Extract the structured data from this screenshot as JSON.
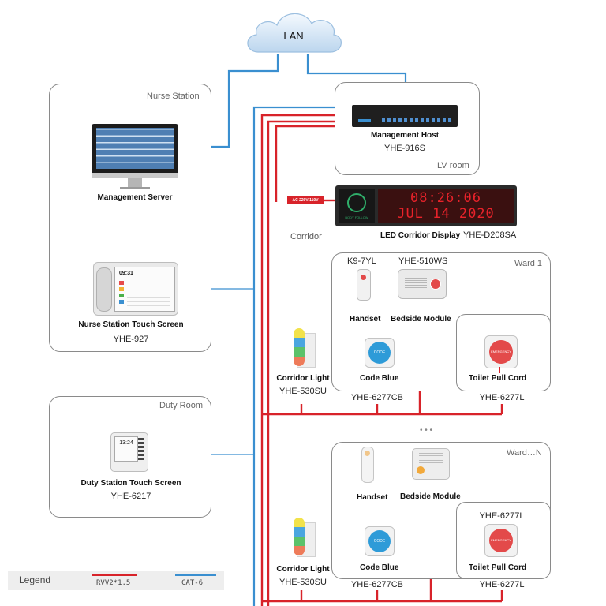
{
  "colors": {
    "rvv": "#d8232a",
    "cat": "#3a8fd0",
    "box_border": "#8a8a8a"
  },
  "lan": {
    "label": "LAN"
  },
  "nurse_station": {
    "title": "Nurse Station",
    "server": {
      "name": "Management Server"
    },
    "touch": {
      "name": "Nurse Station Touch Screen",
      "model": "YHE-927",
      "screen_time": "09:31"
    }
  },
  "lv_room": {
    "title": "LV room",
    "host": {
      "name": "Management Host",
      "model": "YHE-916S"
    }
  },
  "corridor": {
    "title": "Corridor",
    "display": {
      "name": "LED Corridor Display",
      "model": "YHE-D208SA",
      "time": "08:26:06",
      "date": "JUL 14 2020",
      "ac_tag": "AC 220V/110V",
      "icon_caption": "BODY FOLLOW"
    }
  },
  "ward1": {
    "title": "Ward 1",
    "handset": {
      "model": "K9-7YL",
      "name": "Handset"
    },
    "bedside": {
      "model": "YHE-510WS",
      "name": "Bedside Module"
    },
    "code_blue": {
      "name": "Code Blue",
      "model": "YHE-6277CB",
      "button_text": "CODE"
    },
    "toilet": {
      "name": "Toilet Pull Cord",
      "model": "YHE-6277L",
      "button_text": "EMERGENCY"
    },
    "corridor_light": {
      "name": "Corridor Light",
      "model": "YHE-530SU"
    }
  },
  "ellipsis": "• • •",
  "wardn": {
    "title": "Ward…N",
    "handset": {
      "name": "Handset"
    },
    "bedside": {
      "name": "Bedside Module"
    },
    "code_blue": {
      "name": "Code Blue",
      "model": "YHE-6277CB",
      "button_text": "CODE"
    },
    "toilet": {
      "name": "Toilet Pull Cord",
      "model_top": "YHE-6277L",
      "model": "YHE-6277L",
      "button_text": "EMERGENCY"
    },
    "corridor_light": {
      "name": "Corridor Light",
      "model": "YHE-530SU"
    }
  },
  "duty_room": {
    "title": "Duty Room",
    "touch": {
      "name": "Duty Station Touch Screen",
      "model": "YHE-6217",
      "screen_time": "13:24"
    }
  },
  "legend": {
    "title": "Legend",
    "rvv_label": "RVV2*1.5",
    "cat_label": "CAT-6"
  }
}
